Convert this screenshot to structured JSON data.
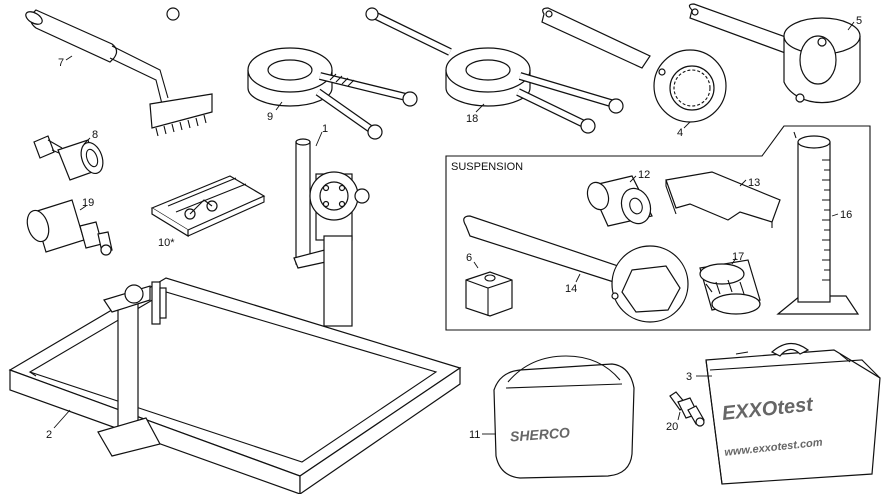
{
  "section_label": "SUSPENSION",
  "case_brand": "EXXOtest",
  "case_url": "www.exxotest.com",
  "bag_brand": "SHERCO",
  "callouts": {
    "c1": "1",
    "c2": "2",
    "c3": "3",
    "c4": "4",
    "c5": "5",
    "c6": "6",
    "c7": "7",
    "c8": "8",
    "c9": "9",
    "c10": "10*",
    "c11": "11",
    "c12": "12",
    "c13": "13",
    "c14": "14",
    "c16": "16",
    "c17": "17",
    "c18": "18",
    "c19": "19",
    "c20": "20"
  }
}
